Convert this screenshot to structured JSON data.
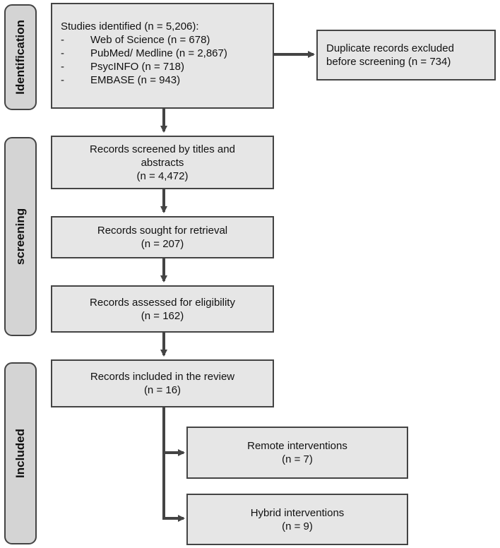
{
  "phases": {
    "identification": "Identification",
    "screening": "screening",
    "included": "Included"
  },
  "identified": {
    "title": "Studies identified (n = 5,206):",
    "sources": [
      {
        "bullet": "-",
        "text": "Web of Science (n = 678)"
      },
      {
        "bullet": "-",
        "text": "PubMed/ Medline (n = 2,867)"
      },
      {
        "bullet": "-",
        "text": "PsycINFO (n = 718)"
      },
      {
        "bullet": "-",
        "text": "EMBASE (n = 943)"
      }
    ]
  },
  "duplicates": {
    "line1": "Duplicate records excluded",
    "line2": "before screening (n = 734)"
  },
  "screened": {
    "line1": "Records screened by titles and",
    "line2": "abstracts",
    "line3": "(n = 4,472)"
  },
  "retrieval": {
    "line1": "Records sought for retrieval",
    "line2": "(n = 207)"
  },
  "eligibility": {
    "line1": "Records assessed for eligibility",
    "line2": "(n = 162)"
  },
  "included_review": {
    "line1": "Records included in the review",
    "line2": "(n = 16)"
  },
  "remote": {
    "line1": "Remote interventions",
    "line2": "(n = 7)"
  },
  "hybrid": {
    "line1": "Hybrid interventions",
    "line2": "(n = 9)"
  },
  "colors": {
    "box_fill": "#e6e6e6",
    "phase_fill": "#d4d4d4",
    "stroke": "#444444"
  }
}
